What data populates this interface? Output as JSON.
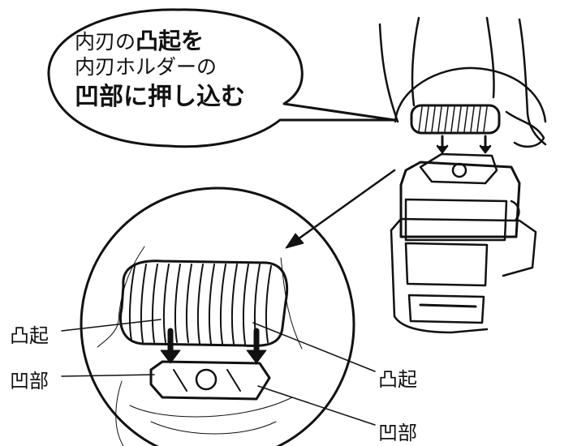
{
  "speech_bubble": {
    "line1_prefix": "内刃の",
    "line1_emphasis": "凸起を",
    "line2": "内刃ホルダーの",
    "line3": "凹部に押し込む"
  },
  "callouts": {
    "left_protrusion": "凸起",
    "left_recess": "凹部",
    "right_protrusion": "凸起",
    "right_recess": "凹部"
  }
}
